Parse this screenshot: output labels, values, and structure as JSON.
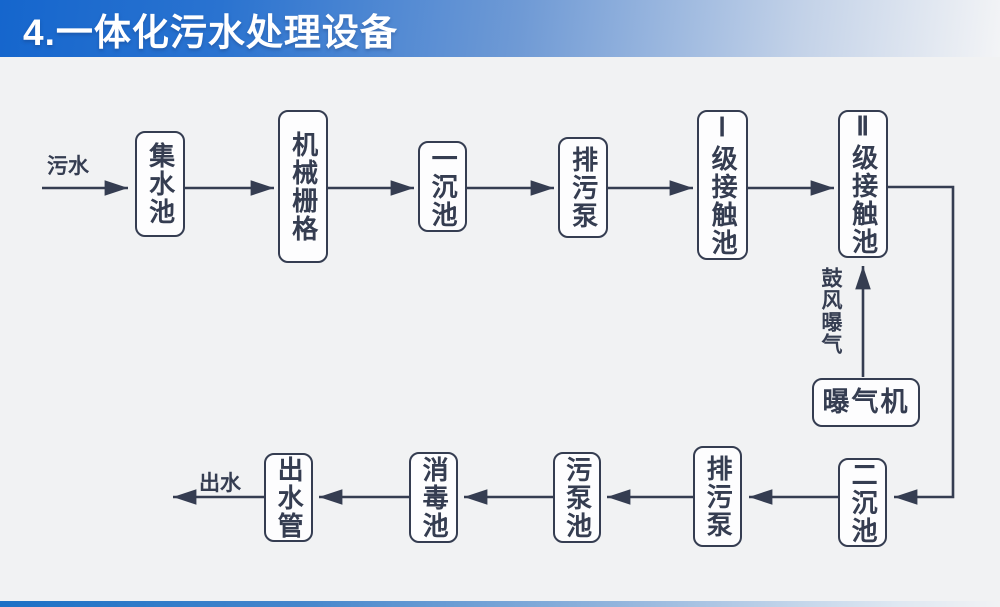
{
  "header": {
    "title": "4.一体化污水处理设备"
  },
  "flow": {
    "inlet_label": "污水",
    "outlet_label": "出水",
    "aeration_label": "鼓风曝气",
    "nodes": {
      "collecting_tank": "集水池",
      "mechanical_grid": "机械栅格",
      "primary_sedimentation": "一沉池",
      "sewage_pump_top": "排污泵",
      "contact_tank_1": "Ⅰ级接触池",
      "contact_tank_2": "Ⅱ级接触池",
      "aerator": "曝气机",
      "secondary_sedimentation": "二沉池",
      "sewage_pump_bottom": "排污泵",
      "sewage_pump_tank": "污泵池",
      "disinfection_tank": "消毒池",
      "outlet_pipe": "出水管"
    }
  },
  "colors": {
    "title_bar_blue": "#1566cd",
    "diagram_ink": "#353d51",
    "background": "#f1f2f3",
    "node_fill": "#fdfdfe",
    "bottom_bar_blue": "#1b70c6"
  }
}
